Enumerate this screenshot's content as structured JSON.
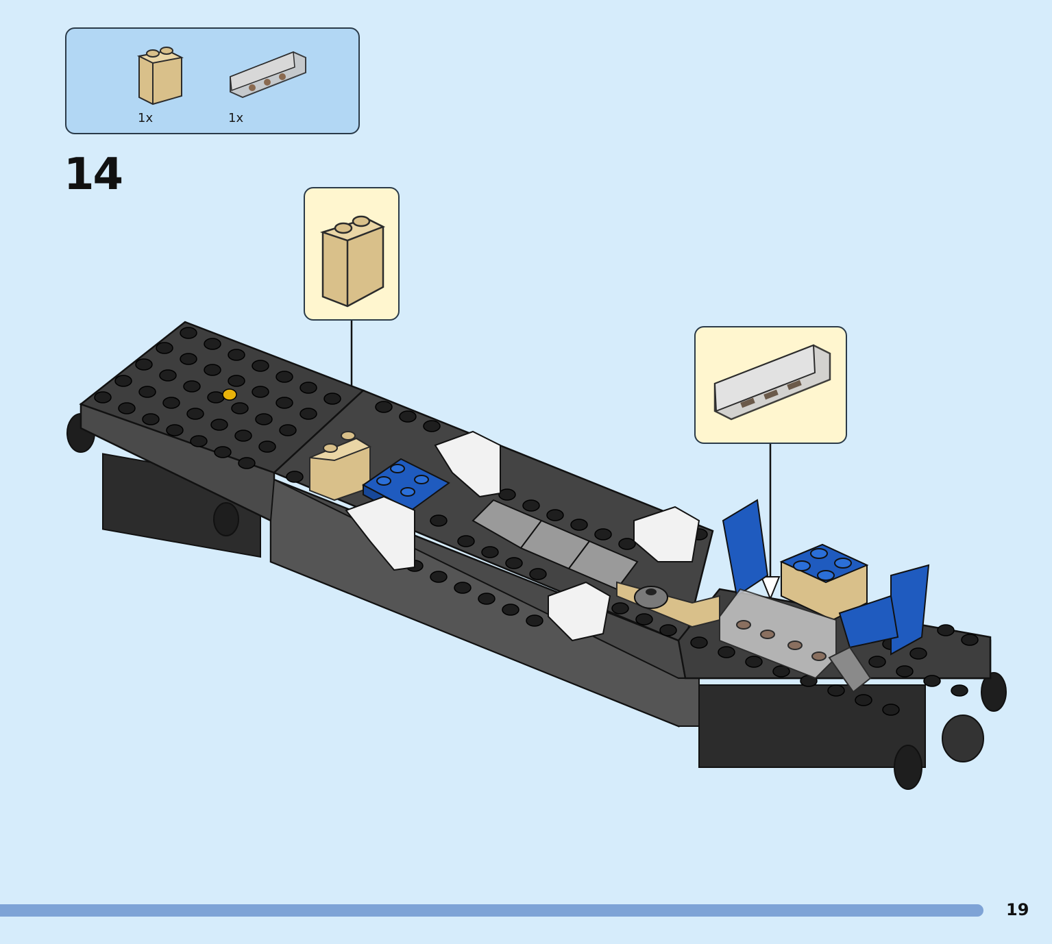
{
  "parts_list": {
    "items": [
      {
        "part": "brick-1x2x2-tan",
        "quantity": "1x"
      },
      {
        "part": "panel-1x4-trans-clear",
        "quantity": "1x"
      }
    ]
  },
  "step": {
    "number": "14"
  },
  "callouts": [
    {
      "part": "brick-1x2x2-tan"
    },
    {
      "part": "panel-1x4-trans-clear"
    }
  ],
  "colors": {
    "background": "#d6ecfb",
    "parts_box": "#b2d7f4",
    "callout_box": "#fff6cf",
    "dark_bluish_gray": "#4a4a4a",
    "stud_black": "#1e1e1e",
    "tan": "#d9c08a",
    "blue": "#1f5bbf",
    "white": "#f2f2f2",
    "trans_clear": "#c8c8c8",
    "footer_bar": "#7ea3d6"
  },
  "footer": {
    "page_number": "19"
  }
}
